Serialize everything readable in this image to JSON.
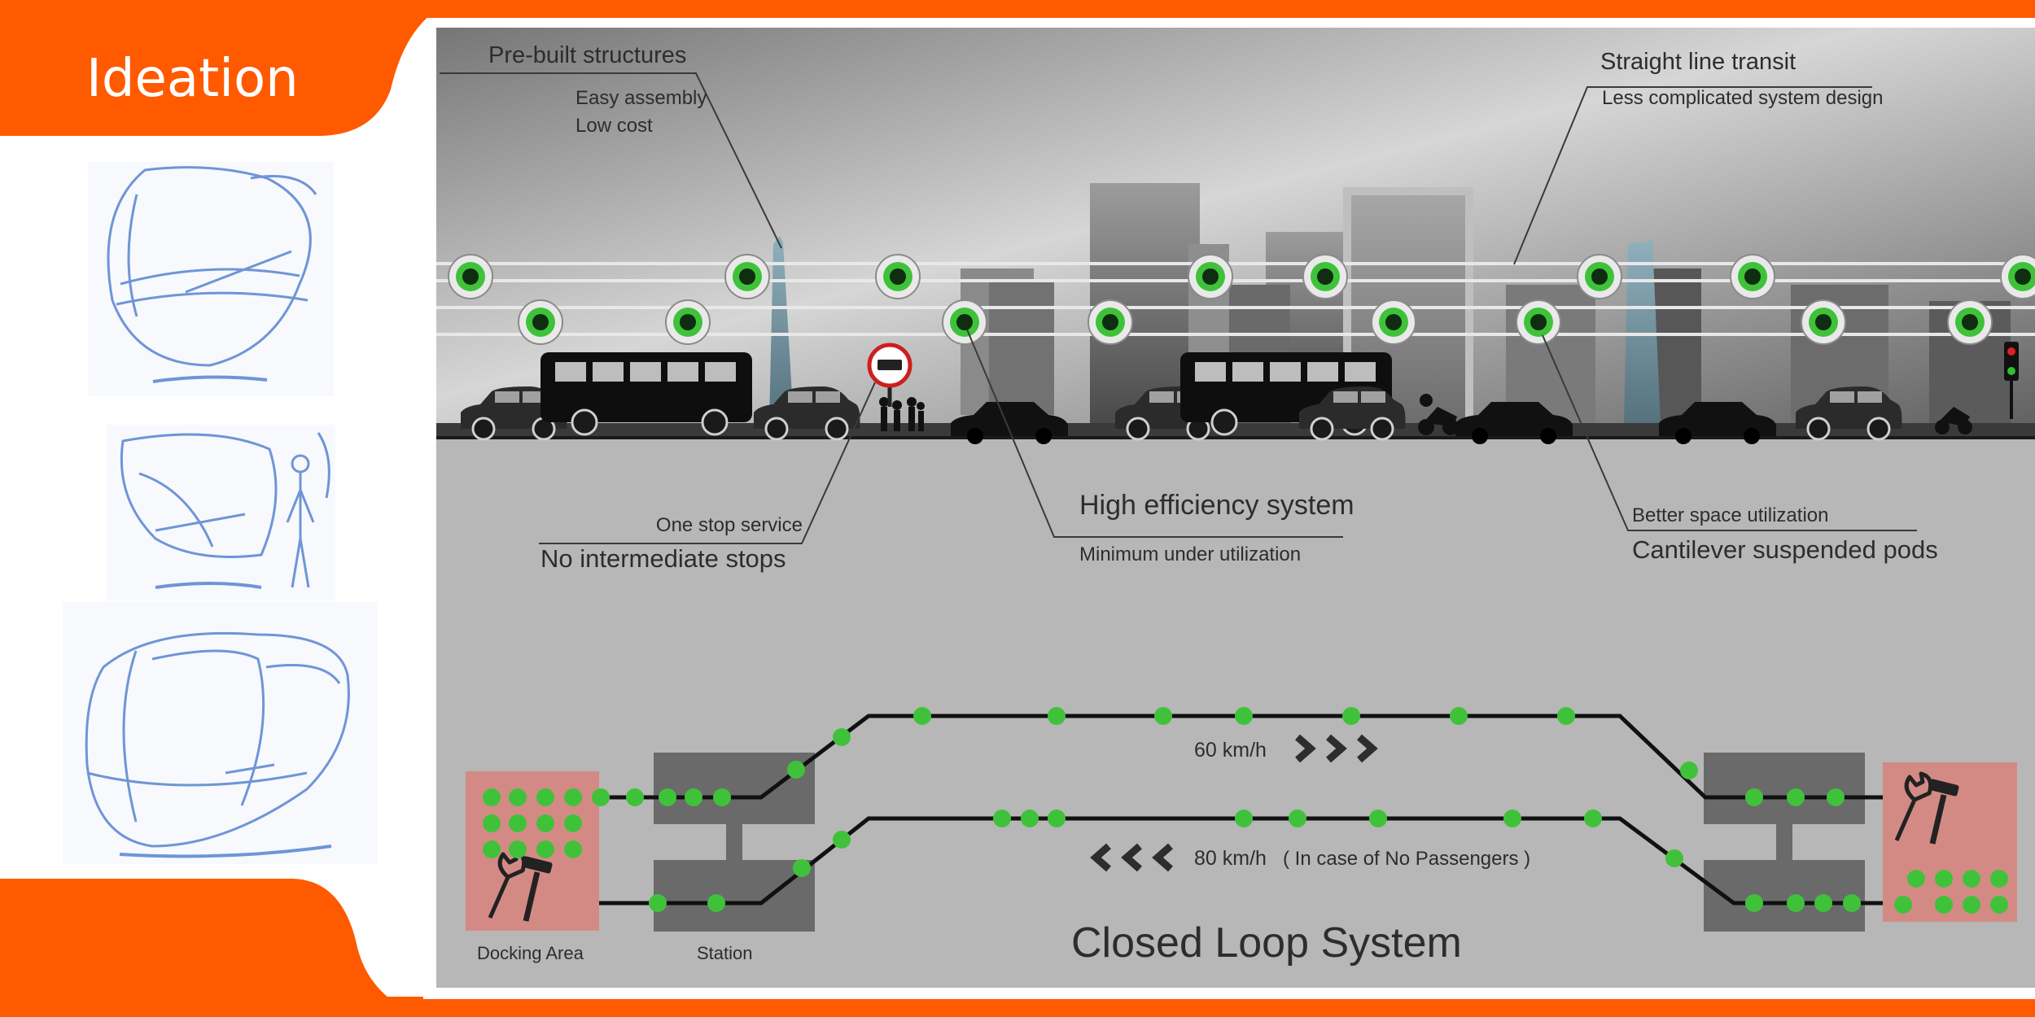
{
  "title": "Ideation",
  "colors": {
    "accent": "#ff5a00",
    "panel_gray": "#b7b7b7",
    "pod_green": "#3fc23a",
    "docking_red": "#d48a84",
    "station_gray": "#6a6a6a",
    "track": "#111111",
    "label_text": "#2d2d2d"
  },
  "sketches": [
    {
      "subject": "pod-sketch-front"
    },
    {
      "subject": "pod-sketch-side-with-person"
    },
    {
      "subject": "pod-sketch-three-quarter"
    }
  ],
  "callouts": {
    "prebuilt": {
      "heading": "Pre-built structures",
      "line1": "Easy assembly",
      "line2": "Low cost"
    },
    "straight": {
      "heading": "Straight line transit",
      "sub": "Less complicated system design"
    },
    "onestop": {
      "sub": "One stop service",
      "heading": "No intermediate stops"
    },
    "efficiency": {
      "heading": "High efficiency system",
      "sub": "Minimum under utilization"
    },
    "space": {
      "sub": "Better space utilization",
      "heading": "Cantilever suspended pods"
    }
  },
  "loop": {
    "title": "Closed Loop System",
    "docking_label": "Docking Area",
    "station_label": "Station",
    "speed_top": "60 km/h",
    "speed_bottom": "80 km/h",
    "speed_bottom_note": "( In case of No Passengers )"
  }
}
